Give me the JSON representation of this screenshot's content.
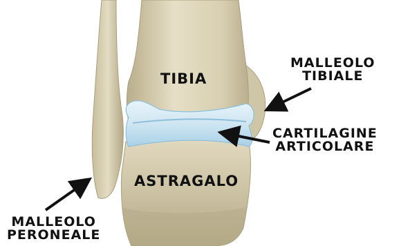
{
  "labels": {
    "tibia": "TIBIA",
    "astragalo": "ASTRAGALO",
    "malleolo_tibiale": [
      "MALLEOLO",
      "TIBIALE"
    ],
    "cartilagine_articolare": [
      "CARTILAGINE",
      "ARTICOLARE"
    ],
    "malleolo_peroneale": [
      "MALLEOLO",
      "PERONEALE"
    ]
  },
  "colors": {
    "bone": "#dcd4b8",
    "bone_shadow": "#b6ab88",
    "cartilage": "#cfe6f2",
    "cartilage_edge": "#9ec9e2",
    "arrow": "#111111",
    "background": "#ffffff"
  }
}
